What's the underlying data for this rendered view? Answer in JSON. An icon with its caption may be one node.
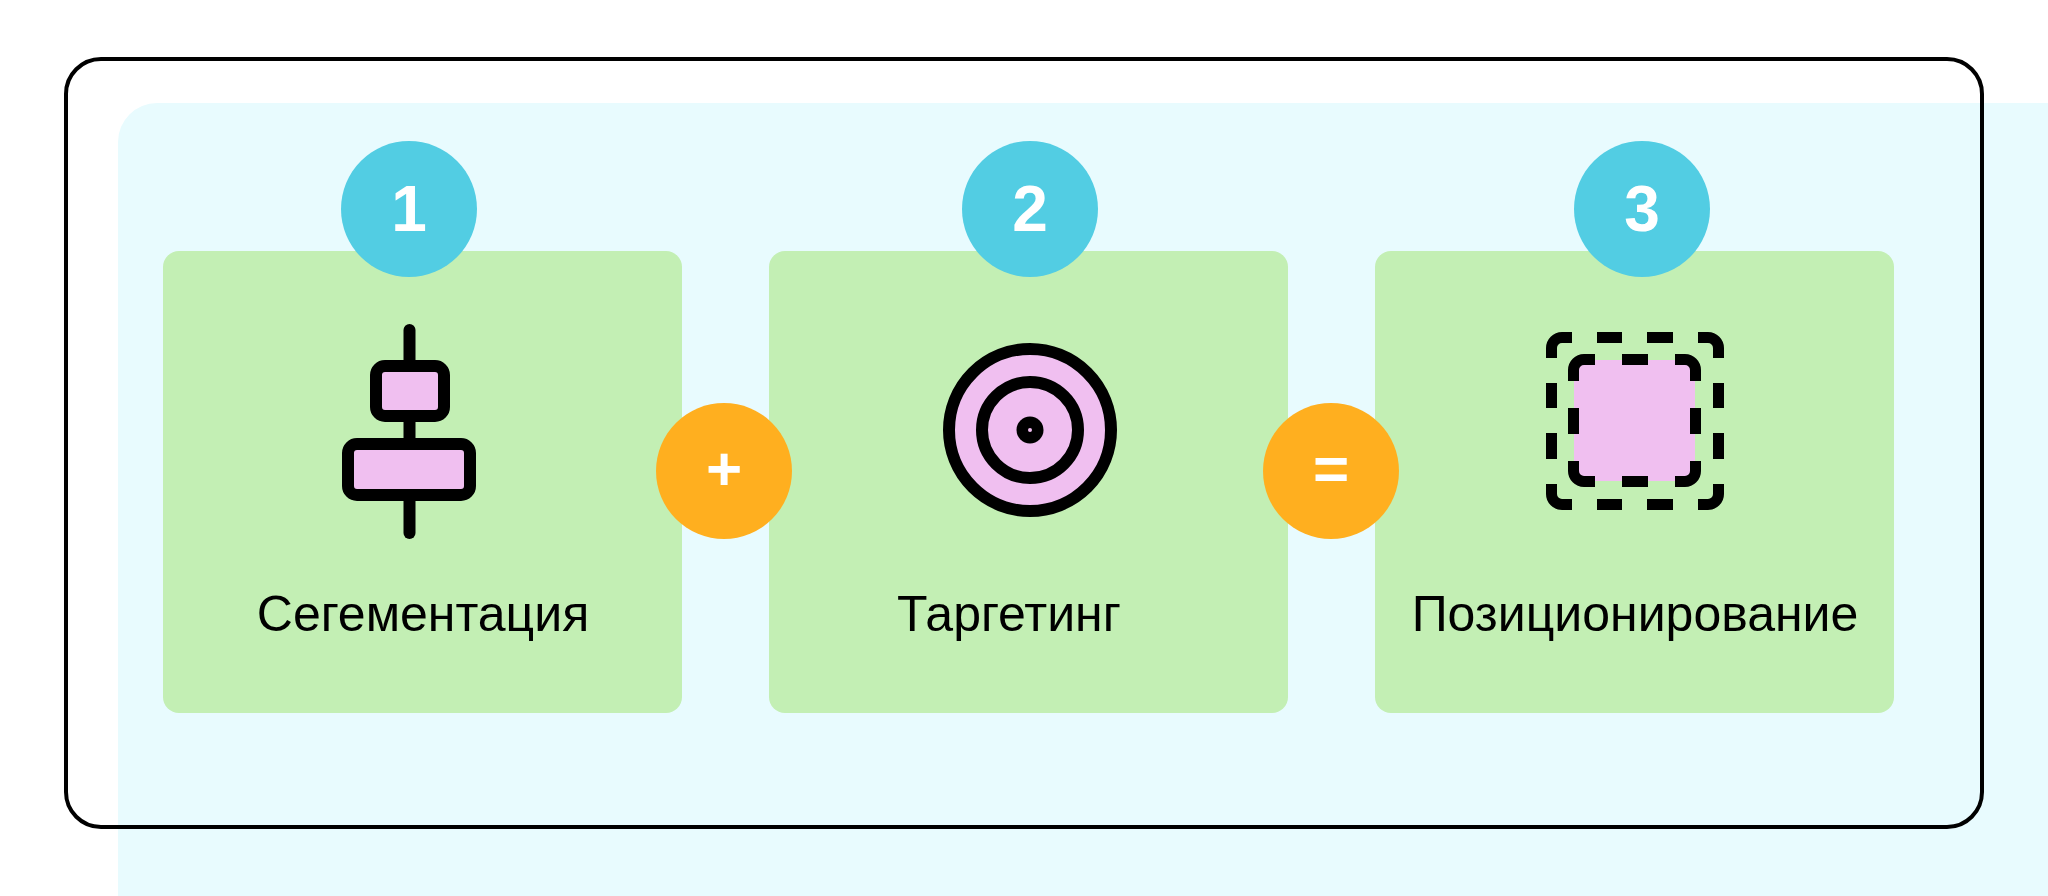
{
  "diagram": {
    "nodes": [
      {
        "text": [
          "1"
        ]
      },
      {
        "text": [
          "Сегементация"
        ]
      },
      {
        "text": [
          "+"
        ]
      },
      {
        "text": [
          "2"
        ]
      },
      {
        "text": [
          "Таргетинг"
        ]
      },
      {
        "text": [
          "="
        ]
      },
      {
        "text": [
          "3"
        ]
      },
      {
        "text": [
          "Позиционирование"
        ]
      }
    ]
  }
}
